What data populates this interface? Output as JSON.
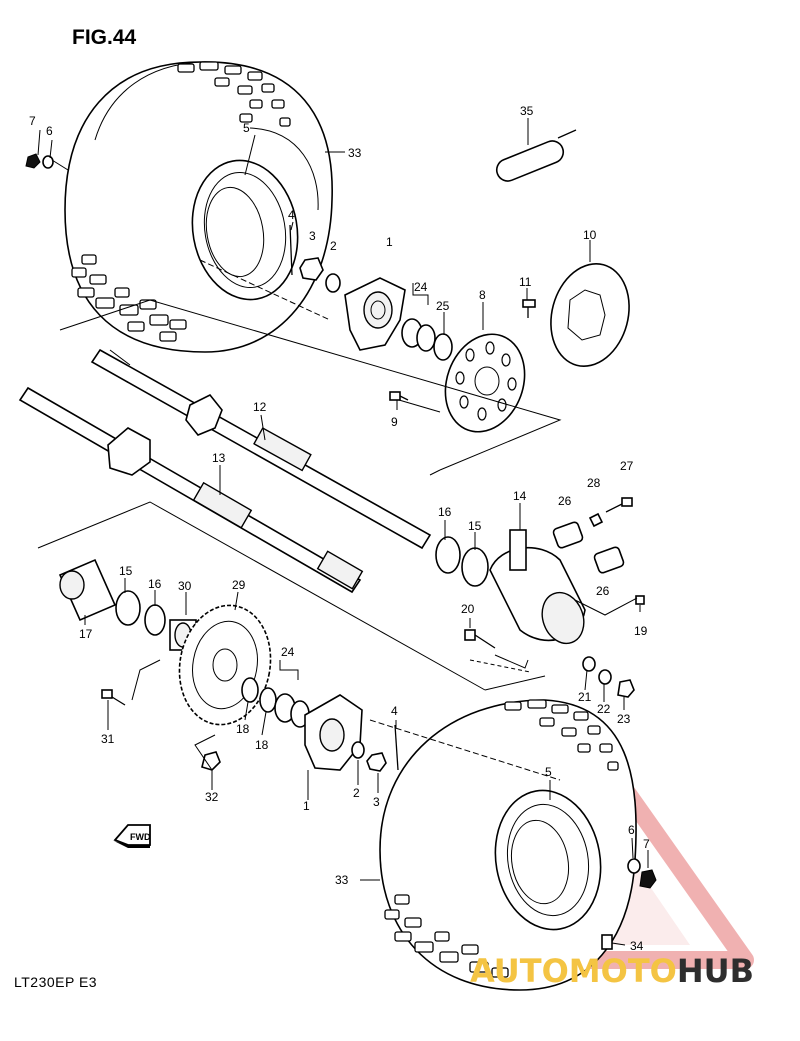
{
  "figure_title": "FIG.44",
  "model_code": "LT230EP  E3",
  "watermark": {
    "part1": "AUTOMOTO",
    "part2": "HUB",
    "accent_color": "#f4c443",
    "triangle_color": "#e57373",
    "dark_color": "#2e2e2e"
  },
  "fwd_label": "FWD",
  "callouts": [
    {
      "id": "c7a",
      "text": "7"
    },
    {
      "id": "c6a",
      "text": "6"
    },
    {
      "id": "c5a",
      "text": "5"
    },
    {
      "id": "c33a",
      "text": "33"
    },
    {
      "id": "c4a",
      "text": "4"
    },
    {
      "id": "c3a",
      "text": "3"
    },
    {
      "id": "c2a",
      "text": "2"
    },
    {
      "id": "c1a",
      "text": "1"
    },
    {
      "id": "c24a",
      "text": "24"
    },
    {
      "id": "c25",
      "text": "25"
    },
    {
      "id": "c8",
      "text": "8"
    },
    {
      "id": "c11",
      "text": "11"
    },
    {
      "id": "c10",
      "text": "10"
    },
    {
      "id": "c35",
      "text": "35"
    },
    {
      "id": "c9",
      "text": "9"
    },
    {
      "id": "c12",
      "text": "12"
    },
    {
      "id": "c13",
      "text": "13"
    },
    {
      "id": "c16a",
      "text": "16"
    },
    {
      "id": "c15a",
      "text": "15"
    },
    {
      "id": "c14",
      "text": "14"
    },
    {
      "id": "c26a",
      "text": "26"
    },
    {
      "id": "c28",
      "text": "28"
    },
    {
      "id": "c27",
      "text": "27"
    },
    {
      "id": "c26b",
      "text": "26"
    },
    {
      "id": "c19",
      "text": "19"
    },
    {
      "id": "c20",
      "text": "20"
    },
    {
      "id": "c15b",
      "text": "15"
    },
    {
      "id": "c16b",
      "text": "16"
    },
    {
      "id": "c30",
      "text": "30"
    },
    {
      "id": "c29",
      "text": "29"
    },
    {
      "id": "c17",
      "text": "17"
    },
    {
      "id": "c24b",
      "text": "24"
    },
    {
      "id": "c31",
      "text": "31"
    },
    {
      "id": "c18a",
      "text": "18"
    },
    {
      "id": "c18b",
      "text": "18"
    },
    {
      "id": "c32",
      "text": "32"
    },
    {
      "id": "c21",
      "text": "21"
    },
    {
      "id": "c22",
      "text": "22"
    },
    {
      "id": "c23",
      "text": "23"
    },
    {
      "id": "c4b",
      "text": "4"
    },
    {
      "id": "c2b",
      "text": "2"
    },
    {
      "id": "c3b",
      "text": "3"
    },
    {
      "id": "c1b",
      "text": "1"
    },
    {
      "id": "c5b",
      "text": "5"
    },
    {
      "id": "c6b",
      "text": "6"
    },
    {
      "id": "c7b",
      "text": "7"
    },
    {
      "id": "c33b",
      "text": "33"
    },
    {
      "id": "c34",
      "text": "34"
    }
  ]
}
